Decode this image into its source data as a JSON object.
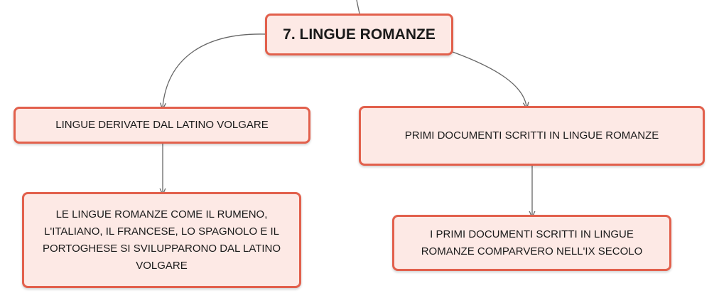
{
  "root": {
    "label": "7. LINGUE ROMANZE"
  },
  "branches": [
    {
      "label": "LINGUE DERIVATE DAL LATINO VOLGARE",
      "child": "LE LINGUE ROMANZE COME IL RUMENO, L'ITALIANO, IL FRANCESE, LO SPAGNOLO E IL PORTOGHESE SI SVILUPPARONO DAL LATINO VOLGARE"
    },
    {
      "label": "PRIMI DOCUMENTI SCRITTI IN LINGUE ROMANZE",
      "child": "I PRIMI DOCUMENTI SCRITTI IN LINGUE ROMANZE COMPARVERO NELL'IX SECOLO"
    }
  ],
  "colors": {
    "node_fill": "#fde9e5",
    "node_border": "#e2604c",
    "connector": "#666666"
  }
}
